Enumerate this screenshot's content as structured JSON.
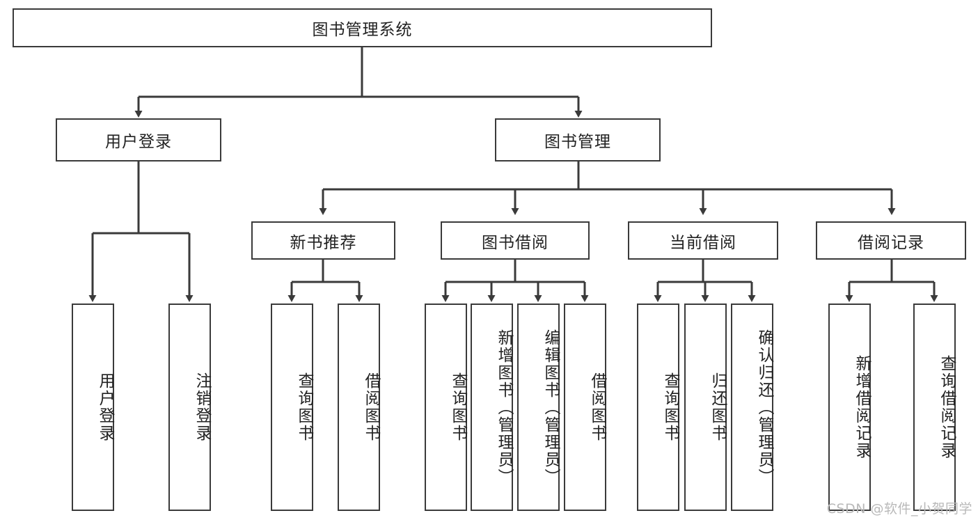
{
  "diagram": {
    "title": "图书管理系统",
    "type": "hierarchy-tree",
    "watermark": "CSDN @软件_小贺同学",
    "colors": {
      "box_border": "#3a3a3a",
      "box_fill": "#ffffff",
      "connector": "#3a3a3a",
      "text": "#222222",
      "watermark": "#b9b9b9"
    },
    "levels": {
      "root": {
        "id": "root",
        "label": "图书管理系统"
      },
      "level2": [
        {
          "id": "user-login",
          "label": "用户登录"
        },
        {
          "id": "book-management",
          "label": "图书管理"
        }
      ],
      "level3": [
        {
          "id": "new-book-recommend",
          "label": "新书推荐",
          "parent": "book-management"
        },
        {
          "id": "book-borrow",
          "label": "图书借阅",
          "parent": "book-management"
        },
        {
          "id": "current-borrow",
          "label": "当前借阅",
          "parent": "book-management"
        },
        {
          "id": "borrow-record",
          "label": "借阅记录",
          "parent": "book-management"
        }
      ],
      "leaves": [
        {
          "id": "leaf-user-login",
          "label": "用户登录",
          "parent": "user-login"
        },
        {
          "id": "leaf-logout",
          "label": "注销登录",
          "parent": "user-login"
        },
        {
          "id": "leaf-query-book-1",
          "label": "查询图书",
          "parent": "new-book-recommend"
        },
        {
          "id": "leaf-borrow-book-1",
          "label": "借阅图书",
          "parent": "new-book-recommend"
        },
        {
          "id": "leaf-query-book-2",
          "label": "查询图书",
          "parent": "book-borrow"
        },
        {
          "id": "leaf-add-book",
          "label": "新增图书（管理员）",
          "parent": "book-borrow"
        },
        {
          "id": "leaf-edit-book",
          "label": "编辑图书（管理员）",
          "parent": "book-borrow"
        },
        {
          "id": "leaf-borrow-book-2",
          "label": "借阅图书",
          "parent": "book-borrow"
        },
        {
          "id": "leaf-query-book-3",
          "label": "查询图书",
          "parent": "current-borrow"
        },
        {
          "id": "leaf-return-book",
          "label": "归还图书",
          "parent": "current-borrow"
        },
        {
          "id": "leaf-confirm-return",
          "label": "确认归还（管理员）",
          "parent": "current-borrow"
        },
        {
          "id": "leaf-add-record",
          "label": "新增借阅记录",
          "parent": "borrow-record"
        },
        {
          "id": "leaf-query-record",
          "label": "查询借阅记录",
          "parent": "borrow-record"
        }
      ]
    }
  }
}
